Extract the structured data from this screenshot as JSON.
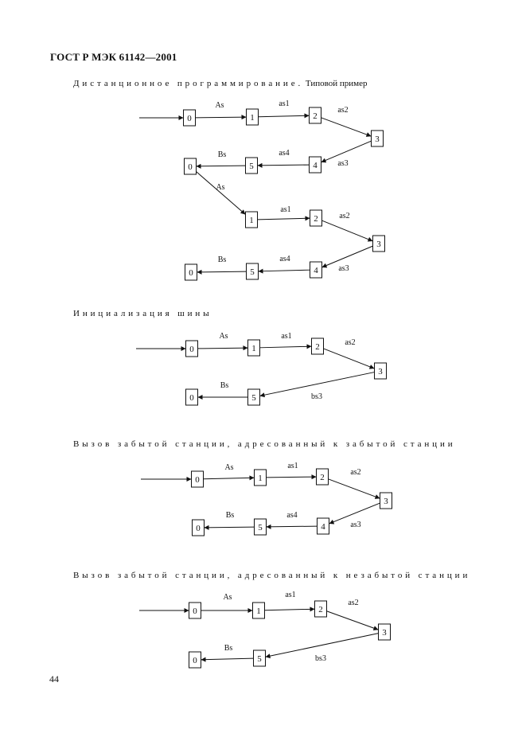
{
  "document": {
    "header": "ГОСТ Р МЭК 61142—2001",
    "page_number": "44"
  },
  "sections": [
    {
      "title_spaced": "Дистанционное программирование.",
      "title_plain": "Типовой пример",
      "nodes": [
        "0",
        "1",
        "2",
        "3",
        "4",
        "5",
        "0",
        "1",
        "2",
        "3",
        "4",
        "5",
        "0"
      ],
      "edges": [
        "As",
        "as1",
        "as2",
        "as3",
        "as4",
        "Bs",
        "As",
        "as1",
        "as2",
        "as3",
        "as4",
        "Bs"
      ]
    },
    {
      "title_spaced": "Инициализация шины",
      "title_plain": "",
      "nodes": [
        "0",
        "1",
        "2",
        "3",
        "5",
        "0"
      ],
      "edges": [
        "As",
        "as1",
        "as2",
        "bs3",
        "Bs"
      ]
    },
    {
      "title_spaced": "Вызов забытой станции, адресованный к забытой станции",
      "title_plain": "",
      "nodes": [
        "0",
        "1",
        "2",
        "3",
        "4",
        "5",
        "0"
      ],
      "edges": [
        "As",
        "as1",
        "as2",
        "as3",
        "as4",
        "Bs"
      ]
    },
    {
      "title_spaced": "Вызов забытой станции, адресованный к незабытой станции",
      "title_plain": "",
      "nodes": [
        "0",
        "1",
        "2",
        "3",
        "5",
        "0"
      ],
      "edges": [
        "As",
        "as1",
        "as2",
        "bs3",
        "Bs"
      ]
    }
  ]
}
